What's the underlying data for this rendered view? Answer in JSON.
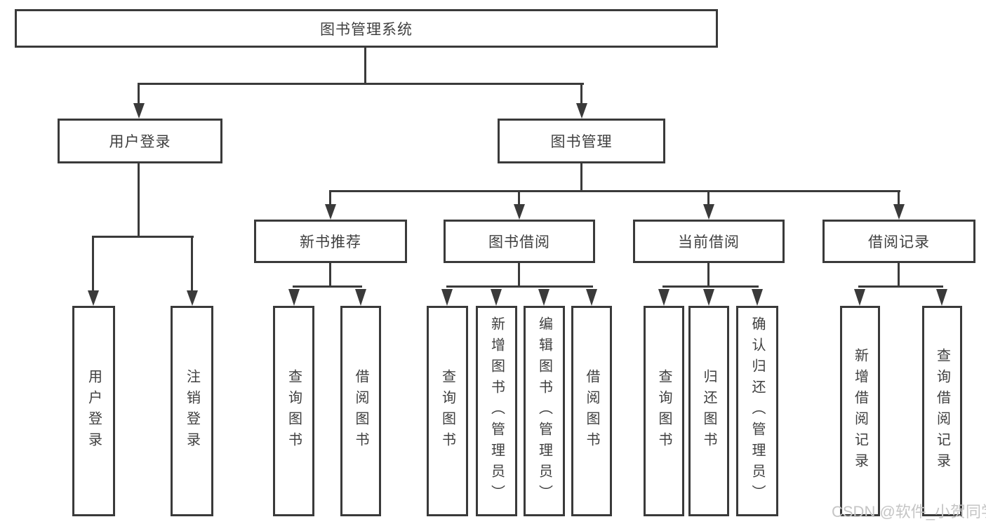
{
  "diagram": {
    "type": "hierarchy-tree",
    "title": "图书管理系统",
    "watermark": "CSDN @软件_小贺同学",
    "colors": {
      "line": "#3a3a3a",
      "text": "#3f3f3f",
      "background": "#ffffff",
      "watermark": "#c5c5c5"
    },
    "nodes": {
      "root": {
        "label": "图书管理系统"
      },
      "user_login": {
        "label": "用户登录"
      },
      "book_mgmt": {
        "label": "图书管理"
      },
      "login": {
        "label": "用户登录"
      },
      "logout": {
        "label": "注销登录"
      },
      "new_book_rec": {
        "label": "新书推荐"
      },
      "book_borrow": {
        "label": "图书借阅"
      },
      "current_borrow": {
        "label": "当前借阅"
      },
      "borrow_record": {
        "label": "借阅记录"
      },
      "nb_query": {
        "label": "查询图书"
      },
      "nb_borrow": {
        "label": "借阅图书"
      },
      "bb_query": {
        "label": "查询图书"
      },
      "bb_add": {
        "label": "新增图书（管理员）"
      },
      "bb_edit": {
        "label": "编辑图书（管理员）"
      },
      "bb_borrow": {
        "label": "借阅图书"
      },
      "cb_query": {
        "label": "查询图书"
      },
      "cb_return": {
        "label": "归还图书"
      },
      "cb_confirm": {
        "label": "确认归还（管理员）"
      },
      "br_add": {
        "label": "新增借阅记录"
      },
      "br_query": {
        "label": "查询借阅记录"
      }
    },
    "hierarchy": {
      "图书管理系统": {
        "用户登录": [
          "用户登录",
          "注销登录"
        ],
        "图书管理": {
          "新书推荐": [
            "查询图书",
            "借阅图书"
          ],
          "图书借阅": [
            "查询图书",
            "新增图书（管理员）",
            "编辑图书（管理员）",
            "借阅图书"
          ],
          "当前借阅": [
            "查询图书",
            "归还图书",
            "确认归还（管理员）"
          ],
          "借阅记录": [
            "新增借阅记录",
            "查询借阅记录"
          ]
        }
      }
    }
  }
}
